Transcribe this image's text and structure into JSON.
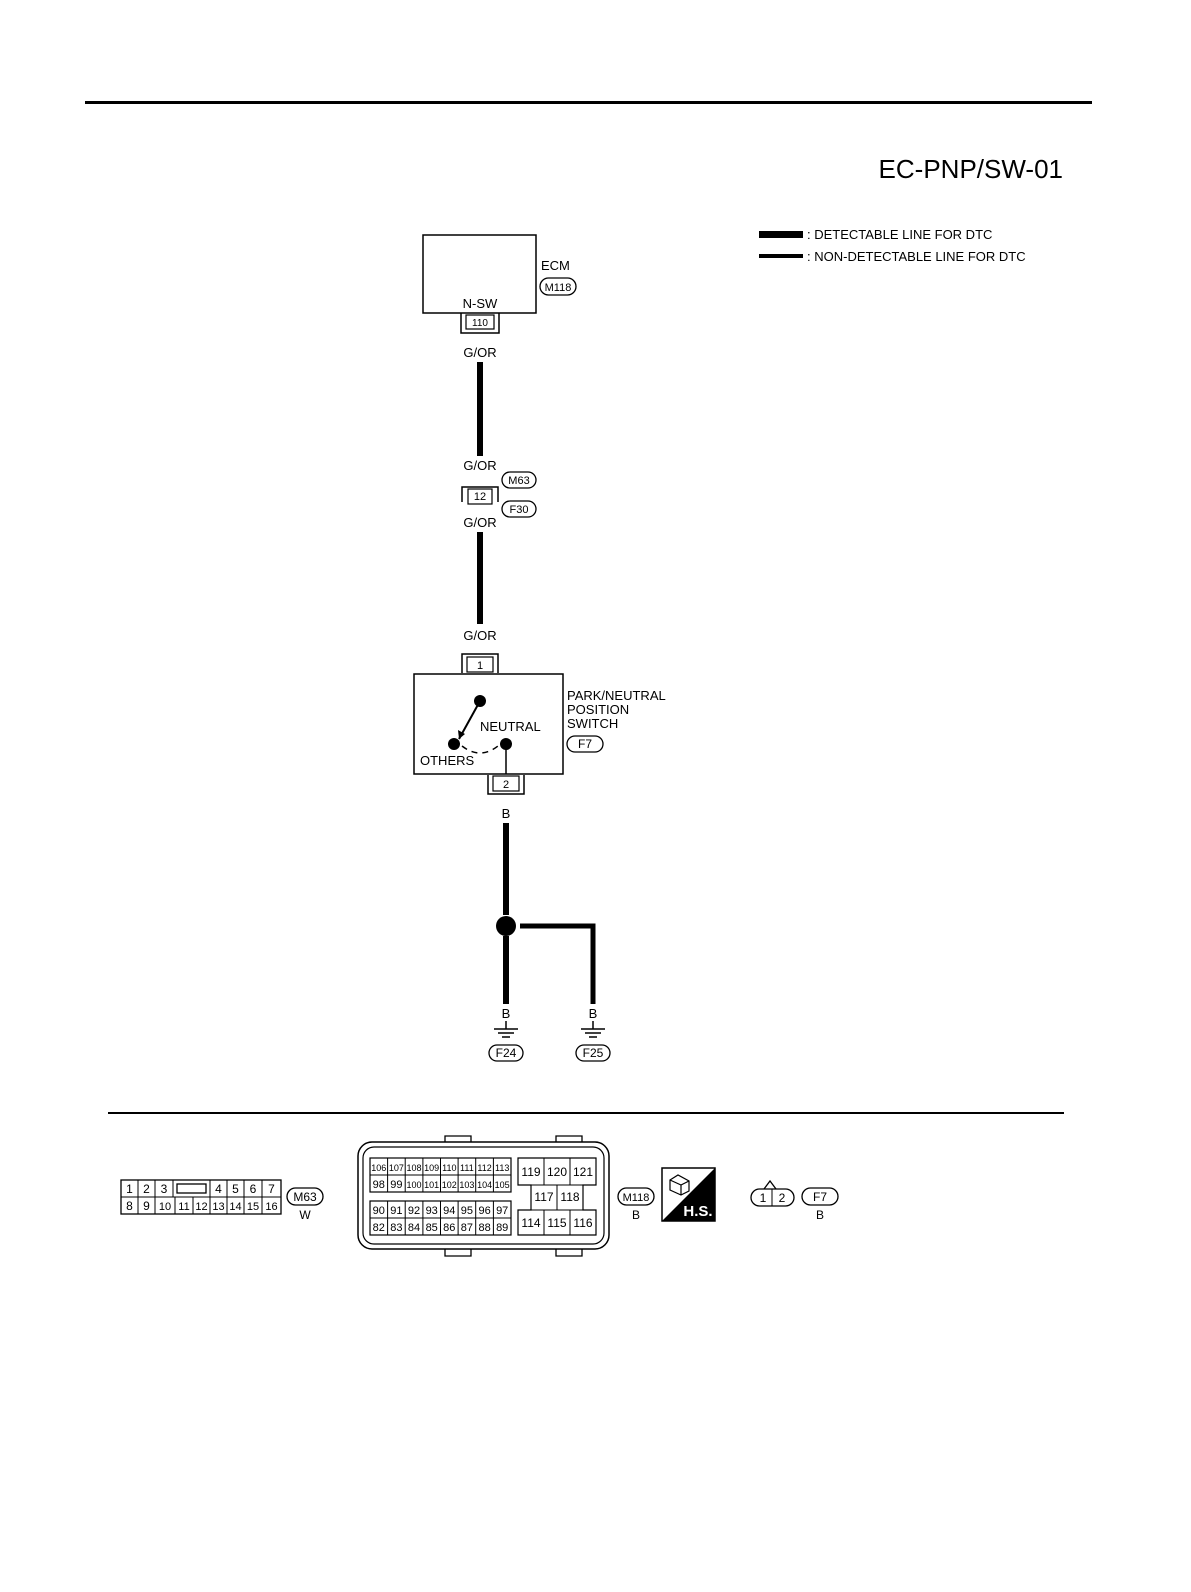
{
  "diagram_title": "EC-PNP/SW-01",
  "legend": {
    "detectable": ": DETECTABLE LINE FOR DTC",
    "non_detectable": ": NON-DETECTABLE LINE FOR DTC"
  },
  "ecm": {
    "label": "ECM",
    "connector": "M118",
    "terminal_name": "N-SW",
    "terminal": "110"
  },
  "wires": {
    "ecm_out": "G/OR",
    "joint_in": "G/OR",
    "joint_out": "G/OR",
    "switch_in": "G/OR",
    "switch_out": "B",
    "ground_left": "B",
    "ground_right": "B"
  },
  "joint": {
    "terminal": "12",
    "connector_top": "M63",
    "connector_bottom": "F30"
  },
  "switch": {
    "label_line1": "PARK/NEUTRAL",
    "label_line2": "POSITION",
    "label_line3": "SWITCH",
    "connector": "F7",
    "terminal_top": "1",
    "terminal_bottom": "2",
    "neutral": "NEUTRAL",
    "others": "OTHERS"
  },
  "grounds": {
    "left": "F24",
    "right": "F25"
  },
  "connectors": {
    "m63": {
      "id": "M63",
      "color": "W",
      "row1": [
        "1",
        "2",
        "3",
        "4",
        "5",
        "6",
        "7"
      ],
      "row2": [
        "8",
        "9",
        "10",
        "11",
        "12",
        "13",
        "14",
        "15",
        "16"
      ]
    },
    "m118": {
      "id": "M118",
      "color": "B",
      "block1_row1": [
        "106",
        "107",
        "108",
        "109",
        "110",
        "111",
        "112",
        "113"
      ],
      "block1_row2": [
        "98",
        "99",
        "100",
        "101",
        "102",
        "103",
        "104",
        "105"
      ],
      "block2_row1": [
        "90",
        "91",
        "92",
        "93",
        "94",
        "95",
        "96",
        "97"
      ],
      "block2_row2": [
        "82",
        "83",
        "84",
        "85",
        "86",
        "87",
        "88",
        "89"
      ],
      "block3_row1": [
        "119",
        "120",
        "121"
      ],
      "block3_row2": [
        "117",
        "118"
      ],
      "block3_row3": [
        "114",
        "115",
        "116"
      ],
      "hs_label": "H.S."
    },
    "f7": {
      "id": "F7",
      "color": "B",
      "pins": [
        "1",
        "2"
      ]
    }
  }
}
